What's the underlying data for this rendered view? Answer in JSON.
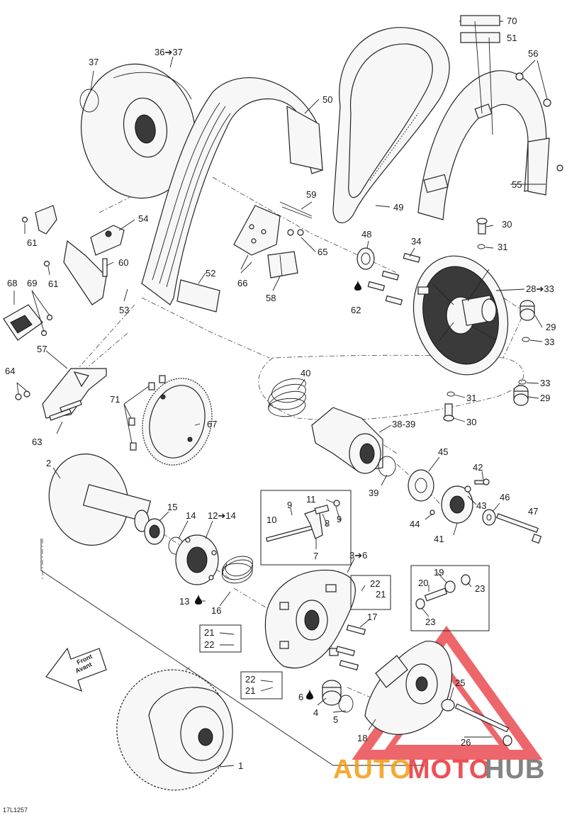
{
  "diagram": {
    "ref_code": "17L1257",
    "front_label_1": "Front",
    "front_label_2": "Avant",
    "watermark": {
      "part1": "AUTO",
      "part2": "MOTO",
      "part3": "HUB",
      "color_red": "#e8343a",
      "color_orange": "#f39c12",
      "color_gray": "#6e6e6e"
    },
    "labels": {
      "l70": "70",
      "l51": "51",
      "l56": "56",
      "l55": "55",
      "l49": "49",
      "l50": "50",
      "l36_37": "36➔37",
      "l37": "37",
      "l54": "54",
      "l61a": "61",
      "l61b": "61",
      "l60": "60",
      "l59": "59",
      "l65": "65",
      "l66": "66",
      "l58": "58",
      "l52": "52",
      "l53": "53",
      "l68": "68",
      "l69": "69",
      "l57": "57",
      "l48": "48",
      "l34": "34",
      "l30a": "30",
      "l31a": "31",
      "l28_33": "28➔33",
      "l62": "62",
      "l29a": "29",
      "l33a": "33",
      "l33b": "33",
      "l29b": "29",
      "l31b": "31",
      "l30b": "30",
      "l40": "40",
      "l64": "64",
      "l63": "63",
      "l71": "71",
      "l67": "67",
      "l38_39": "38-39",
      "l39": "39",
      "l45": "45",
      "l42": "42",
      "l43": "43",
      "l46": "46",
      "l44": "44",
      "l41": "41",
      "l47": "47",
      "l2": "2",
      "l15": "15",
      "l14": "14",
      "l12_14": "12➔14",
      "l11": "11",
      "l9a": "9",
      "l10": "10",
      "l8": "8",
      "l9b": "9",
      "l7": "7",
      "l3_6": "3➔6",
      "l22a": "22",
      "l21a": "21",
      "l19": "19",
      "l20": "20",
      "l23a": "23",
      "l23b": "23",
      "l13": "13",
      "l16": "16",
      "l17": "17",
      "l21b": "21",
      "l22b": "22",
      "l22c": "22",
      "l21c": "21",
      "l6": "6",
      "l4": "4",
      "l5": "5",
      "l18": "18",
      "l25": "25",
      "l26": "26",
      "l1": "1"
    }
  }
}
